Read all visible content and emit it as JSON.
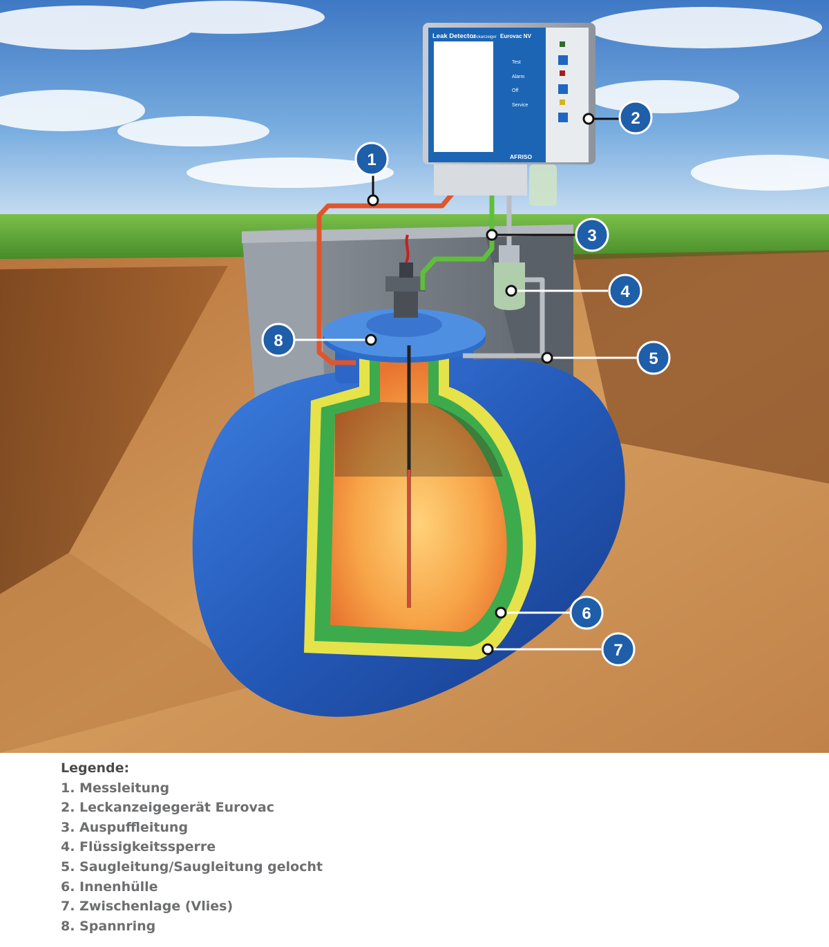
{
  "device": {
    "title": "Leak Detector",
    "subtitle": "Leckanzeiger",
    "model": "Eurovac NV",
    "brand": "AFRISO",
    "buttons": [
      "Test",
      "Alarm",
      "Off",
      "Service"
    ]
  },
  "callouts": [
    "1",
    "2",
    "3",
    "4",
    "5",
    "6",
    "7",
    "8"
  ],
  "legend": {
    "title": "Legende:",
    "items": [
      "1. Messleitung",
      "2. Leckanzeigegerät Eurovac",
      "3. Auspuffleitung",
      "4. Flüssigkeitssperre",
      "5. Saugleitung/Saugleitung gelocht",
      "6. Innenhülle",
      "7. Zwischenlage (Vlies)",
      "8. Spannring"
    ]
  },
  "colors": {
    "sky": "#5b8fcf",
    "grass": "#4f9a2e",
    "soil": "#c48a4e",
    "tank": "#2b63c4",
    "inner_hull": "#3fae4a",
    "fleece": "#e8e34a",
    "liquid": "#f5a34a",
    "callout": "#1f5ea8",
    "measuring_line": "#e0552b",
    "exhaust_line": "#5fbf3a"
  }
}
